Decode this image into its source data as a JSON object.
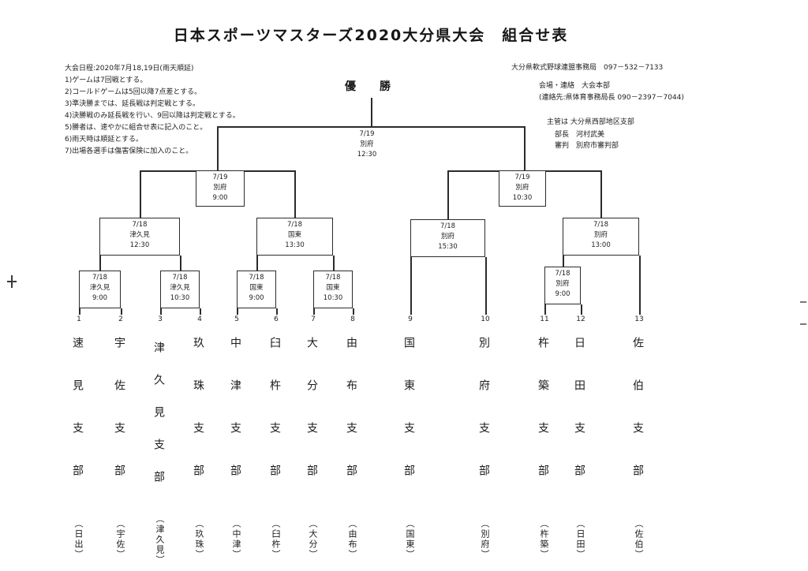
{
  "title": "日本スポーツマスターズ2020大分県大会　組合せ表",
  "notes": {
    "schedule": "大会日程:2020年7月18,19日(雨天順延)",
    "rules": [
      "1)ゲームは7回戦とする。",
      "2)コールドゲームは5回以降7点差とする。",
      "3)準決勝までは、延長戦は判定戦とする。",
      "4)決勝戦のみ延長戦を行い、9回以降は判定戦とする。",
      "5)勝者は、速やかに組合せ表に記入のこと。",
      "6)雨天時は順延とする。",
      "7)出場各選手は傷害保険に加入のこと。"
    ]
  },
  "contacts": {
    "office": "大分県軟式野球連盟事務局　097－532－7133",
    "venue_line": "会場・連絡　大会本部",
    "phone_line": "(連絡先:県体育事務局長 090－2397－7044)",
    "admin_lines": [
      "主管は 大分県西部地区支部",
      "部長　河村武美",
      "審判　別府市審判部"
    ]
  },
  "bracket": {
    "champion_label": "優　勝",
    "final": {
      "date": "7/19",
      "venue": "別府",
      "time": "12:30"
    },
    "semifinals": [
      {
        "date": "7/19",
        "venue": "別府",
        "time": "9:00"
      },
      {
        "date": "7/19",
        "venue": "別府",
        "time": "10:30"
      }
    ],
    "round2": [
      {
        "date": "7/18",
        "venue": "津久見",
        "time": "12:30"
      },
      {
        "date": "7/18",
        "venue": "国東",
        "time": "13:30"
      },
      {
        "date": "7/18",
        "venue": "別府",
        "time": "15:30"
      },
      {
        "date": "7/18",
        "venue": "別府",
        "time": "13:00"
      }
    ],
    "round1": [
      {
        "date": "7/18",
        "venue": "津久見",
        "time": "9:00"
      },
      {
        "date": "7/18",
        "venue": "津久見",
        "time": "10:30"
      },
      {
        "date": "7/18",
        "venue": "国東",
        "time": "9:00"
      },
      {
        "date": "7/18",
        "venue": "国東",
        "time": "10:30"
      },
      {
        "date": "7/18",
        "venue": "別府",
        "time": "9:00"
      }
    ]
  },
  "teams": [
    {
      "num": "1",
      "name": "速見支部",
      "club": "（日出）"
    },
    {
      "num": "2",
      "name": "宇佐支部",
      "club": "（宇佐）"
    },
    {
      "num": "3",
      "name": "津久見支部",
      "club": "（津久見）"
    },
    {
      "num": "4",
      "name": "玖珠支部",
      "club": "（玖珠）"
    },
    {
      "num": "5",
      "name": "中津支部",
      "club": "（中津）"
    },
    {
      "num": "6",
      "name": "臼杵支部",
      "club": "（臼杵）"
    },
    {
      "num": "7",
      "name": "大分支部",
      "club": "（大分）"
    },
    {
      "num": "8",
      "name": "由布支部",
      "club": "（由布）"
    },
    {
      "num": "9",
      "name": "国東支部",
      "club": "（国東）"
    },
    {
      "num": "10",
      "name": "別府支部",
      "club": "（別府）"
    },
    {
      "num": "11",
      "name": "杵築支部",
      "club": "（杵築）"
    },
    {
      "num": "12",
      "name": "日田支部",
      "club": "（日田）"
    },
    {
      "num": "13",
      "name": "佐伯支部",
      "club": "（佐伯）"
    }
  ]
}
